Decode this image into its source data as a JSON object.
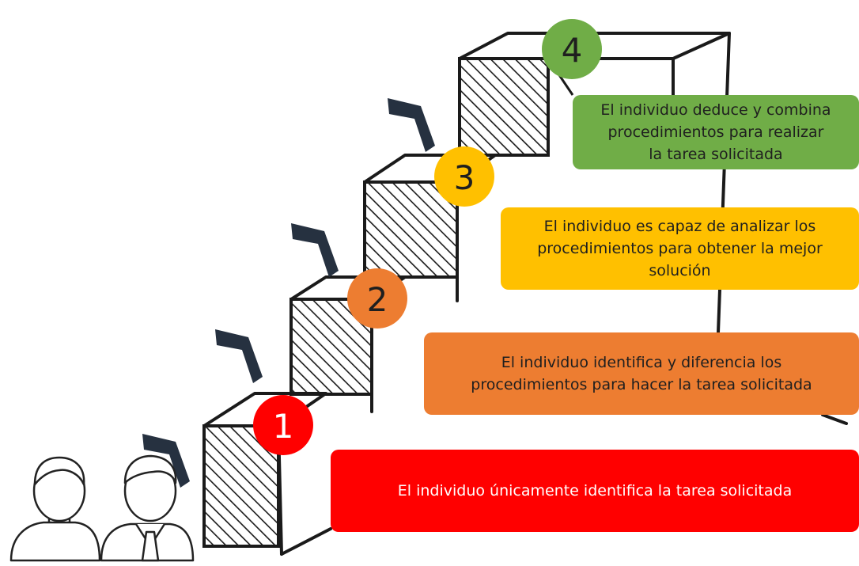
{
  "levels": [
    {
      "number": "1",
      "text": "El individuo únicamente identifica la tarea solicitada",
      "color": "#ff0000",
      "text_color": "#ffffff"
    },
    {
      "number": "2",
      "text": "El individuo identifica y diferencia los\nprocedimientos  para hacer la tarea solicitada",
      "color": "#ed7d31",
      "text_color": "#1f1f1f"
    },
    {
      "number": "3",
      "text": "El individuo es capaz de analizar los\nprocedimientos  para obtener la mejor\nsolución",
      "color": "#ffc000",
      "text_color": "#1f1f1f"
    },
    {
      "number": "4",
      "text": "El individuo deduce y combina\nprocedimientos  para realizar\nla tarea solicitada",
      "color": "#70ad47",
      "text_color": "#1f1f1f"
    }
  ],
  "colors": {
    "stroke": "#1a1a1a",
    "chevron": "#263140",
    "person_stroke": "#222222"
  },
  "icons": [
    "chevron-up-right-icon",
    "woman-person-icon",
    "man-person-icon"
  ]
}
